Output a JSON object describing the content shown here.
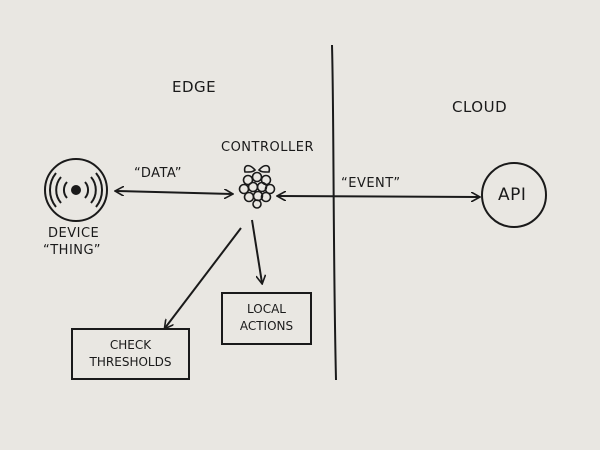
{
  "zones": {
    "edge": "EDGE",
    "cloud": "CLOUD"
  },
  "nodes": {
    "controller": "CONTROLLER",
    "device_line1": "DEVICE",
    "device_line2": "“THING”",
    "api": "API",
    "check_thresholds_line1": "CHECK",
    "check_thresholds_line2": "THRESHOLDS",
    "local_actions_line1": "LOCAL",
    "local_actions_line2": "ACTIONS"
  },
  "edges": {
    "data": "“DATA”",
    "event": "“EVENT”"
  },
  "icons": {
    "controller": "raspberry-icon",
    "device": "wireless-signal-icon"
  },
  "colors": {
    "paper": "#e9e7e2",
    "ink": "#1a1a1a"
  }
}
